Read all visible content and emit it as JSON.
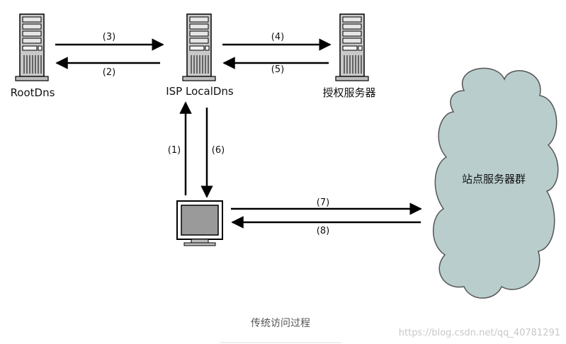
{
  "nodes": {
    "root_dns": "RootDns",
    "local_dns": "ISP LocalDns",
    "auth_server": "授权服务器",
    "site_cluster": "站点服务器群"
  },
  "arrows": {
    "a1": "(1)",
    "a2": "(2)",
    "a3": "(3)",
    "a4": "(4)",
    "a5": "(5)",
    "a6": "(6)",
    "a7": "(7)",
    "a8": "(8)"
  },
  "caption": "传统访问过程",
  "watermark": "https://blog.csdn.net/qq_40781291",
  "colors": {
    "cloud": "#b9cdcd",
    "server": "#c8c8c8",
    "screen": "#9a9a9a",
    "arrow": "#000000"
  }
}
